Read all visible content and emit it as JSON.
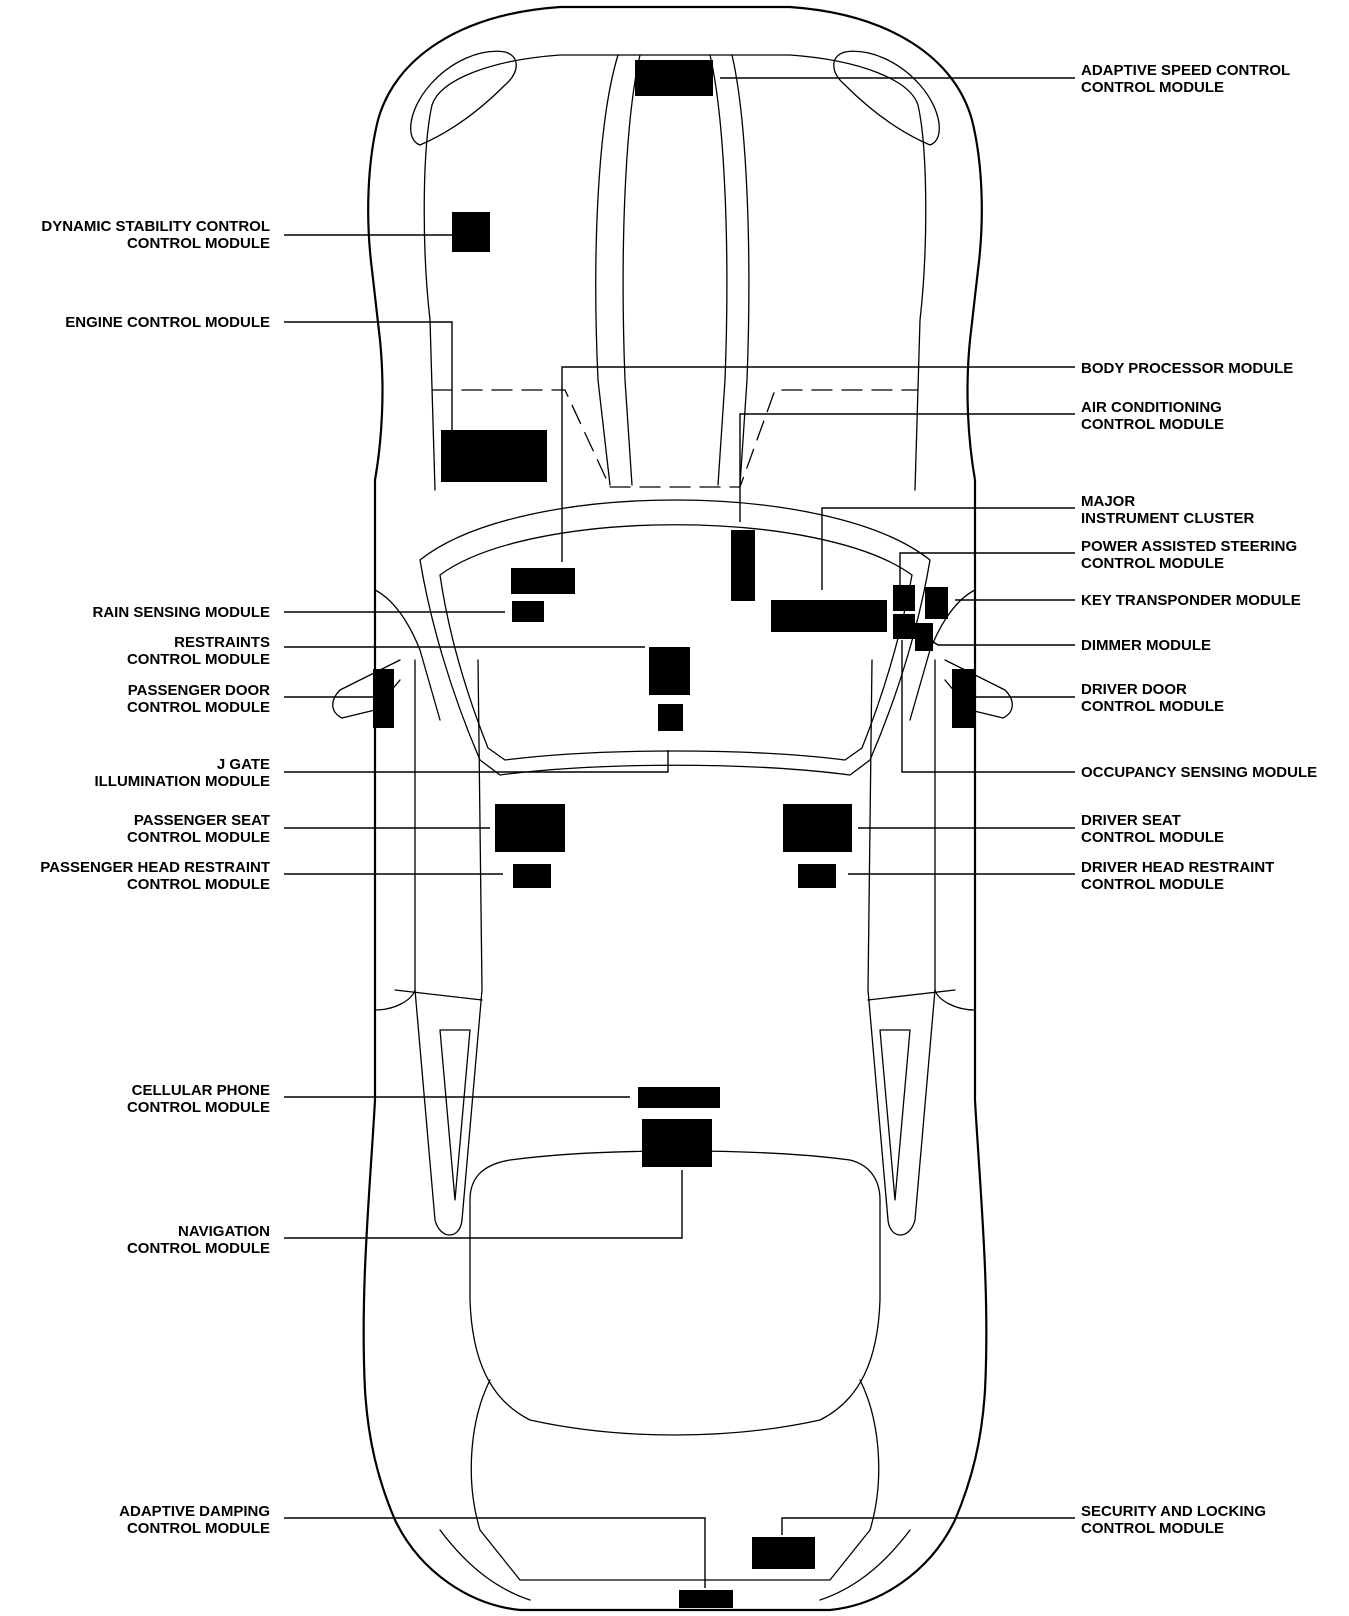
{
  "labels": {
    "adaptive_speed": [
      "ADAPTIVE SPEED CONTROL",
      "CONTROL MODULE"
    ],
    "dynamic_stability": [
      "DYNAMIC STABILITY CONTROL",
      "CONTROL MODULE"
    ],
    "engine_control": [
      "ENGINE CONTROL MODULE"
    ],
    "body_processor": [
      "BODY PROCESSOR MODULE"
    ],
    "air_conditioning": [
      "AIR CONDITIONING",
      "CONTROL MODULE"
    ],
    "instrument_cluster": [
      "MAJOR",
      "INSTRUMENT CLUSTER"
    ],
    "power_steering": [
      "POWER ASSISTED STEERING",
      "CONTROL MODULE"
    ],
    "rain_sensing": [
      "RAIN SENSING MODULE"
    ],
    "key_transponder": [
      "KEY TRANSPONDER MODULE"
    ],
    "restraints": [
      "RESTRAINTS",
      "CONTROL MODULE"
    ],
    "dimmer": [
      "DIMMER MODULE"
    ],
    "passenger_door": [
      "PASSENGER DOOR",
      "CONTROL MODULE"
    ],
    "driver_door": [
      "DRIVER DOOR",
      "CONTROL MODULE"
    ],
    "j_gate": [
      "J GATE",
      "ILLUMINATION MODULE"
    ],
    "occupancy_sensing": [
      "OCCUPANCY SENSING MODULE"
    ],
    "passenger_seat": [
      "PASSENGER SEAT",
      "CONTROL MODULE"
    ],
    "driver_seat": [
      "DRIVER SEAT",
      "CONTROL MODULE"
    ],
    "passenger_head_restraint": [
      "PASSENGER HEAD RESTRAINT",
      "CONTROL MODULE"
    ],
    "driver_head_restraint": [
      "DRIVER HEAD RESTRAINT",
      "CONTROL MODULE"
    ],
    "cellular_phone": [
      "CELLULAR PHONE",
      "CONTROL MODULE"
    ],
    "navigation": [
      "NAVIGATION",
      "CONTROL MODULE"
    ],
    "adaptive_damping": [
      "ADAPTIVE DAMPING",
      "CONTROL MODULE"
    ],
    "security_locking": [
      "SECURITY AND LOCKING",
      "CONTROL MODULE"
    ]
  },
  "colors": {
    "ink": "#000000",
    "background": "#ffffff"
  }
}
